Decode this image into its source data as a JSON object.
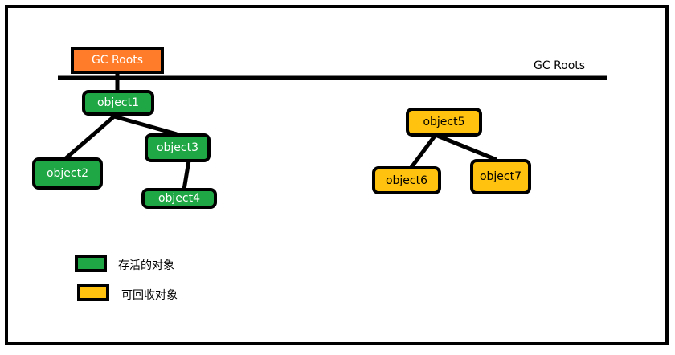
{
  "colors": {
    "alive": "#20a745",
    "collectable": "#ffc20e",
    "root": "#ff7d2a",
    "border": "#000000"
  },
  "root_box": {
    "label": "GC Roots"
  },
  "root_line": {
    "label": "GC Roots"
  },
  "nodes": {
    "object1": {
      "label": "object1",
      "state": "alive"
    },
    "object2": {
      "label": "object2",
      "state": "alive"
    },
    "object3": {
      "label": "object3",
      "state": "alive"
    },
    "object4": {
      "label": "object4",
      "state": "alive"
    },
    "object5": {
      "label": "object5",
      "state": "collectable"
    },
    "object6": {
      "label": "object6",
      "state": "collectable"
    },
    "object7": {
      "label": "object7",
      "state": "collectable"
    }
  },
  "edges": [
    [
      "root",
      "object1"
    ],
    [
      "object1",
      "object2"
    ],
    [
      "object1",
      "object3"
    ],
    [
      "object3",
      "object4"
    ],
    [
      "object5",
      "object6"
    ],
    [
      "object5",
      "object7"
    ]
  ],
  "legend": {
    "alive_label": "存活的对象",
    "collectable_label": "可回收对象"
  }
}
